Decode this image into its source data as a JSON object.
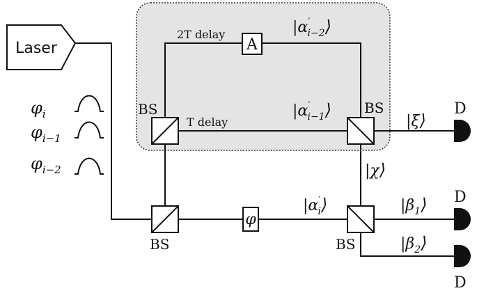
{
  "source": {
    "label": "Laser"
  },
  "pulses": [
    {
      "symbol": "φ",
      "sub": "i"
    },
    {
      "symbol": "φ",
      "sub": "i−1"
    },
    {
      "symbol": "φ",
      "sub": "i−2"
    }
  ],
  "components": {
    "beam_splitter": "BS",
    "attenuator": "A",
    "phase_modulator": "φ",
    "detector": "D"
  },
  "delays": {
    "long": "2T delay",
    "short": "T delay"
  },
  "states": {
    "alpha_i2": {
      "sym": "α",
      "sub": "i−2"
    },
    "alpha_i1": {
      "sym": "α",
      "sub": "i−1"
    },
    "alpha_i": {
      "sym": "α",
      "sub": "i"
    },
    "xi": "ξ",
    "chi": "χ",
    "beta1": {
      "sym": "β",
      "sub": "1"
    },
    "beta2": {
      "sym": "β",
      "sub": "2"
    }
  }
}
